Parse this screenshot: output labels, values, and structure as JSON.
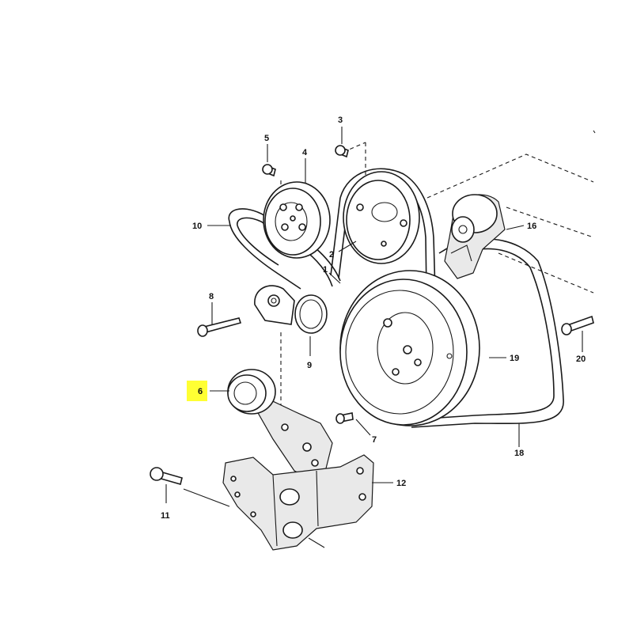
{
  "callouts": {
    "c1": "1",
    "c2": "2",
    "c3": "3",
    "c4": "4",
    "c5": "5",
    "c6": "6",
    "c7": "7",
    "c8": "8",
    "c9": "9",
    "c10": "10",
    "c11": "11",
    "c12": "12",
    "c16": "16",
    "c18": "18",
    "c19": "19",
    "c20": "20"
  },
  "colors": {
    "highlight": "#ffff33",
    "ink": "#1a1a1a"
  }
}
